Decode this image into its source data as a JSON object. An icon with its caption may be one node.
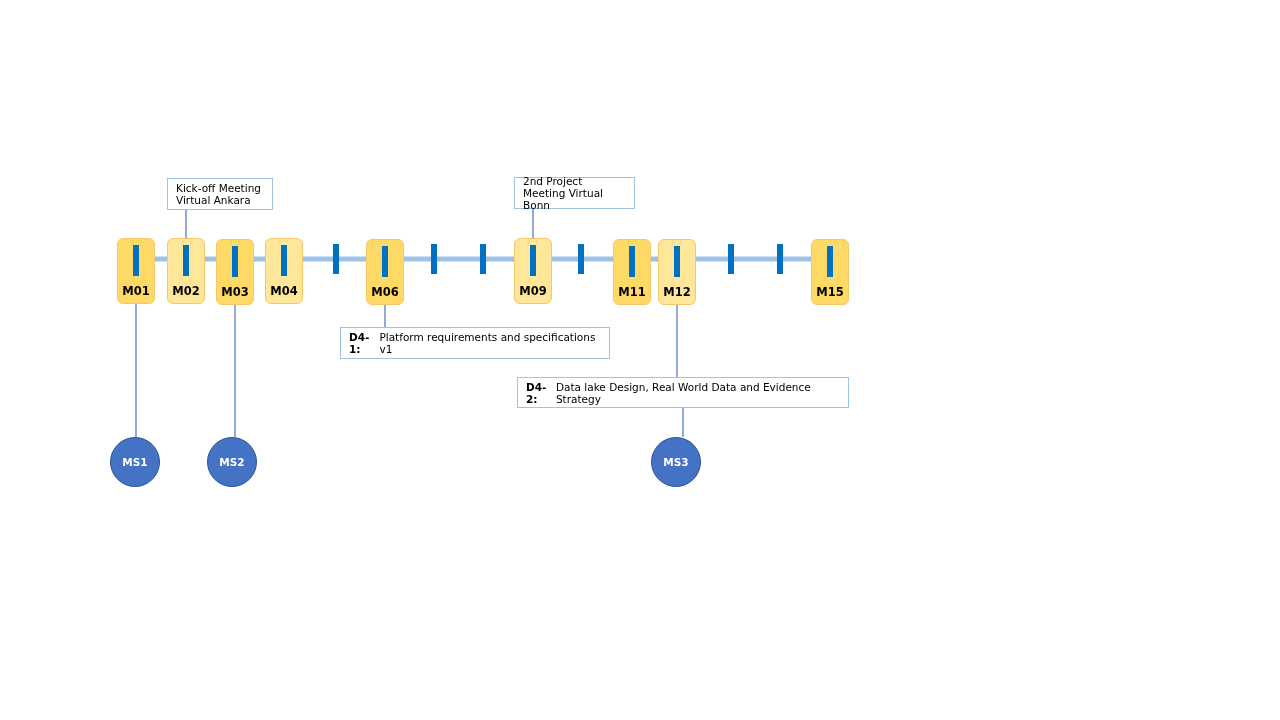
{
  "diagram": {
    "nodes": [
      {
        "text": [
          "Kick-off Meeting Virtual Ankara"
        ]
      },
      {
        "text": [
          "2nd Project Meeting Virtual Bonn"
        ]
      },
      {
        "text": [
          "M01"
        ]
      },
      {
        "text": [
          "M02"
        ]
      },
      {
        "text": [
          "M03"
        ]
      },
      {
        "text": [
          "M04"
        ]
      },
      {
        "text": [
          "M06"
        ]
      },
      {
        "text": [
          "M09"
        ]
      },
      {
        "text": [
          "M11"
        ]
      },
      {
        "text": [
          "M12"
        ]
      },
      {
        "text": [
          "M15"
        ]
      },
      {
        "text": [
          "**D4-1:** Platform requirements and specifications v1"
        ]
      },
      {
        "text": [
          "**D4-2:** Data lake Design, Real World Data and Evidence Strategy"
        ]
      },
      {
        "text": [
          "MS1"
        ]
      },
      {
        "text": [
          "MS2"
        ]
      },
      {
        "text": [
          "MS3"
        ]
      }
    ],
    "edges": [
      {
        "from": 3,
        "to": 0,
        "arrow": "none"
      },
      {
        "from": 7,
        "to": 1,
        "arrow": "none"
      },
      {
        "from": 6,
        "to": 11,
        "arrow": "none"
      },
      {
        "from": 9,
        "to": 12,
        "arrow": "none"
      },
      {
        "from": 12,
        "to": 15,
        "arrow": "none"
      },
      {
        "from": 2,
        "to": 13,
        "arrow": "none"
      },
      {
        "from": 4,
        "to": 14,
        "arrow": "none"
      }
    ]
  }
}
